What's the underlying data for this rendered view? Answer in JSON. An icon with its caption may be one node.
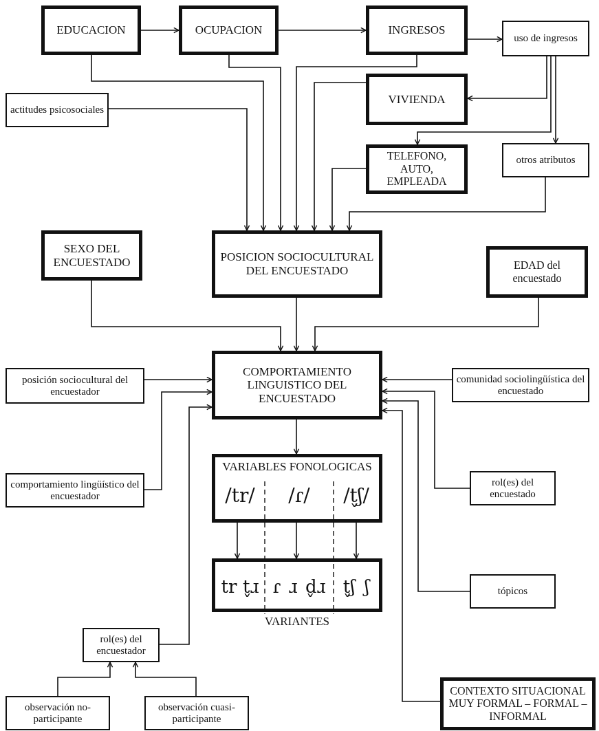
{
  "diagram": {
    "nodes": [
      {
        "text": [
          "EDUCACION"
        ]
      },
      {
        "text": [
          "OCUPACION"
        ]
      },
      {
        "text": [
          "INGRESOS"
        ]
      },
      {
        "text": [
          "uso de ingresos"
        ]
      },
      {
        "text": [
          "actitudes psicosociales"
        ]
      },
      {
        "text": [
          "VIVIENDA"
        ]
      },
      {
        "text": [
          "TELEFONO, AUTO, EMPLEADA"
        ]
      },
      {
        "text": [
          "otros atributos"
        ]
      },
      {
        "text": [
          "POSICION SOCIOCULTURAL DEL ENCUESTADO"
        ]
      },
      {
        "text": [
          "SEXO DEL ENCUESTADO"
        ]
      },
      {
        "text": [
          "EDAD del encuestado"
        ]
      },
      {
        "text": [
          "COMPORTAMIENTO LINGUISTICO DEL ENCUESTADO"
        ]
      },
      {
        "text": [
          "posición sociocultural del encuestador"
        ]
      },
      {
        "text": [
          "comunidad sociolingüística del encuestado"
        ]
      },
      {
        "text": [
          "VARIABLES FONOLOGICAS",
          "/tr/",
          "/ɾ/",
          "/t̬ʃ/"
        ]
      },
      {
        "text": [
          "tr",
          "t̬ɹ",
          "ɾ",
          "ɹ",
          "d̬ɹ",
          "t̬ʃ",
          "ʃ"
        ],
        "beside": [
          "VARIANTES"
        ]
      },
      {
        "text": [
          "comportamiento lingüístico del encuestador"
        ]
      },
      {
        "text": [
          "rol(es) del encuestado"
        ]
      },
      {
        "text": [
          "tópicos"
        ]
      },
      {
        "text": [
          "rol(es) del encuestador"
        ]
      },
      {
        "text": [
          "observación no-participante"
        ]
      },
      {
        "text": [
          "observación cuasi-participante"
        ]
      },
      {
        "text": [
          "CONTEXTO SITUACIONAL MUY FORMAL – FORMAL – INFORMAL"
        ]
      }
    ],
    "edges": [
      {
        "from": 0,
        "to": 1,
        "arrow": "to"
      },
      {
        "from": 1,
        "to": 2,
        "arrow": "to"
      },
      {
        "from": 2,
        "to": 3,
        "arrow": "to"
      },
      {
        "from": 3,
        "to": 5,
        "arrow": "to"
      },
      {
        "from": 3,
        "to": 6,
        "arrow": "to"
      },
      {
        "from": 3,
        "to": 7,
        "arrow": "to"
      },
      {
        "from": 0,
        "to": 8,
        "arrow": "to"
      },
      {
        "from": 1,
        "to": 8,
        "arrow": "to"
      },
      {
        "from": 2,
        "to": 8,
        "arrow": "to"
      },
      {
        "from": 4,
        "to": 8,
        "arrow": "to"
      },
      {
        "from": 5,
        "to": 8,
        "arrow": "to"
      },
      {
        "from": 6,
        "to": 8,
        "arrow": "to"
      },
      {
        "from": 7,
        "to": 8,
        "arrow": "to"
      },
      {
        "from": 9,
        "to": 11,
        "arrow": "to"
      },
      {
        "from": 8,
        "to": 11,
        "arrow": "to"
      },
      {
        "from": 10,
        "to": 11,
        "arrow": "to"
      },
      {
        "from": 12,
        "to": 11,
        "arrow": "to"
      },
      {
        "from": 13,
        "to": 11,
        "arrow": "to"
      },
      {
        "from": 16,
        "to": 11,
        "arrow": "to"
      },
      {
        "from": 19,
        "to": 11,
        "arrow": "to"
      },
      {
        "from": 17,
        "to": 11,
        "arrow": "to"
      },
      {
        "from": 18,
        "to": 11,
        "arrow": "to"
      },
      {
        "from": 22,
        "to": 11,
        "arrow": "to"
      },
      {
        "from": 11,
        "to": 14,
        "arrow": "to"
      },
      {
        "from": 14,
        "to": 15,
        "arrow": "to"
      },
      {
        "from": 14,
        "to": 15,
        "arrow": "to"
      },
      {
        "from": 14,
        "to": 15,
        "arrow": "to"
      },
      {
        "from": 20,
        "to": 19,
        "arrow": "to"
      },
      {
        "from": 21,
        "to": 19,
        "arrow": "to"
      }
    ]
  }
}
